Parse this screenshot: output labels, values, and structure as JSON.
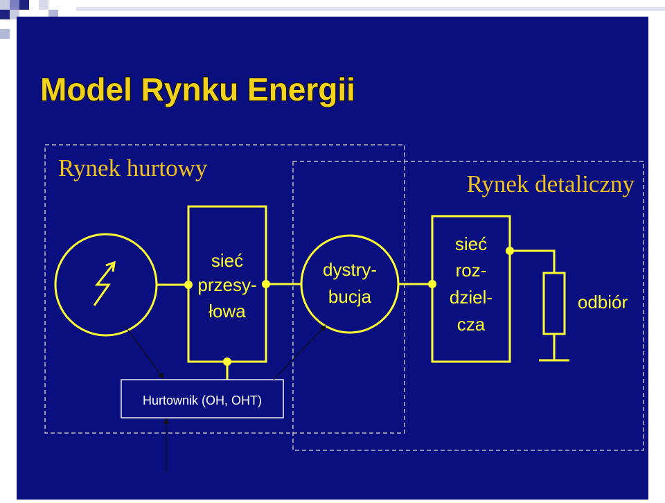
{
  "title": "Model Rynku Energii",
  "wholesale_label": "Rynek hurtowy",
  "retail_label": "Rynek detaliczny",
  "transmission": [
    "sieć",
    "przesy-",
    "łowa"
  ],
  "distribution": [
    "dystry-",
    "bucja"
  ],
  "distribution_net": [
    "sieć",
    "roz-",
    "dziel-",
    "cza"
  ],
  "consumer_label": "odbiór",
  "wholesaler_label": "Hurtownik (OH, OHT)",
  "colors": {
    "background": "#0a0f80",
    "accent": "#ffff33",
    "title_fill": "#f2d21a",
    "serif_text": "#f0c020",
    "line": "#111111"
  }
}
